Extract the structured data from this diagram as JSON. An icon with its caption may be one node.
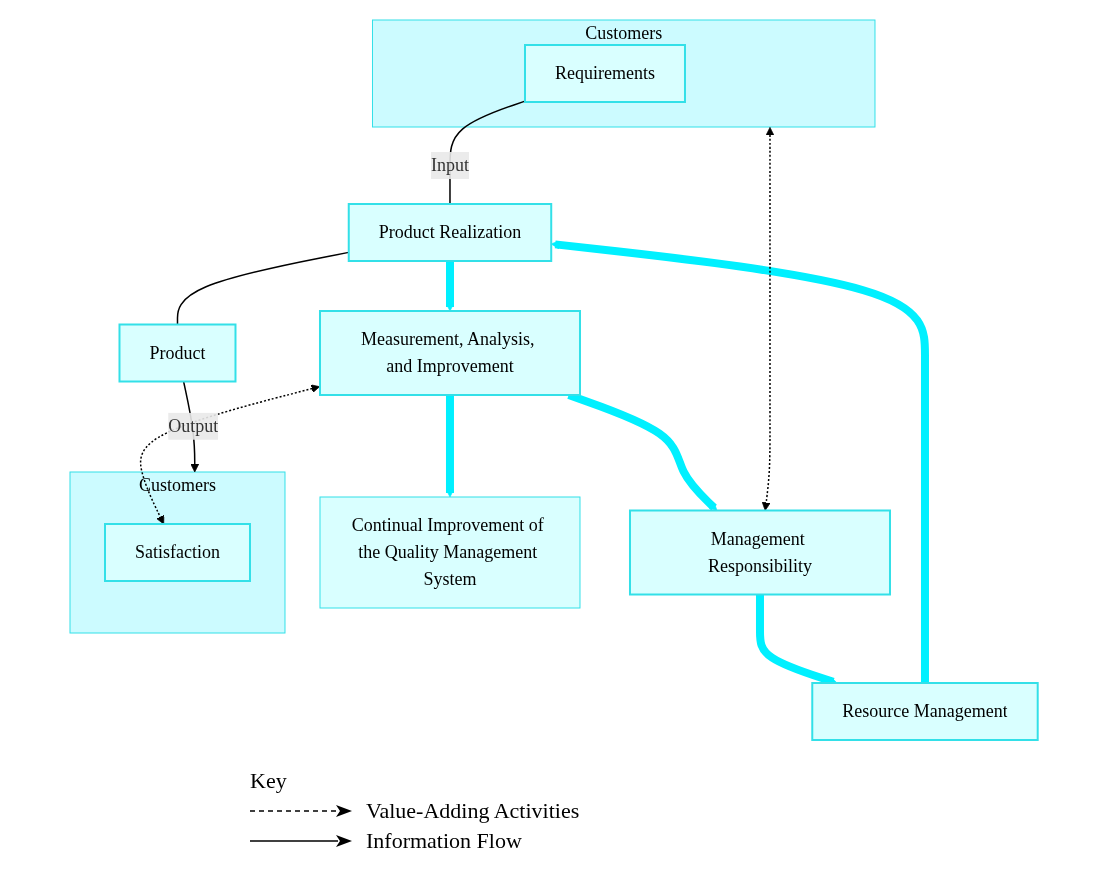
{
  "diagram": {
    "nodes": [
      {
        "text": [
          "Continual Improvement of the Quality Management System"
        ]
      },
      {
        "text": [
          "Customers"
        ]
      },
      {
        "text": [
          "Requirements"
        ],
        "in": 1
      },
      {
        "text": [
          "Management Responsibility"
        ]
      },
      {
        "text": [
          "Resource Management"
        ]
      },
      {
        "text": [
          "Product Realization"
        ]
      },
      {
        "text": [
          "Measurement, Analysis, and Improvement"
        ]
      },
      {
        "text": [
          "Product"
        ]
      },
      {
        "text": [
          "Customers"
        ]
      },
      {
        "text": [
          "Satisfaction"
        ],
        "in": 8
      }
    ],
    "edges": [
      {
        "from": 1,
        "to": 3,
        "arrow": "both",
        "style": "dashed"
      },
      {
        "from": 3,
        "to": 4,
        "arrow": "to",
        "style": "thick",
        "color": "#00f0ff"
      },
      {
        "from": 4,
        "to": 5,
        "arrow": "to",
        "style": "thick",
        "color": "#00f0ff"
      },
      {
        "from": 5,
        "to": 6,
        "arrow": "to",
        "style": "thick",
        "color": "#00f0ff"
      },
      {
        "from": 6,
        "to": 3,
        "arrow": "to",
        "style": "thick",
        "color": "#00f0ff"
      },
      {
        "from": 6,
        "to": 0,
        "arrow": "to",
        "style": "thick",
        "color": "#00f0ff"
      },
      {
        "from": 2,
        "to": 5,
        "label": "Input",
        "arrow": "none"
      },
      {
        "from": 5,
        "to": 7,
        "arrow": "none"
      },
      {
        "from": 7,
        "to": 8,
        "label": "Output",
        "arrow": "to"
      },
      {
        "from": 6,
        "to": 9,
        "arrow": "both",
        "style": "dashed"
      }
    ],
    "labels": [
      "Key"
    ],
    "legend": [
      {
        "text": "Value-Adding Activities"
      },
      {
        "text": "Information Flow"
      }
    ]
  }
}
